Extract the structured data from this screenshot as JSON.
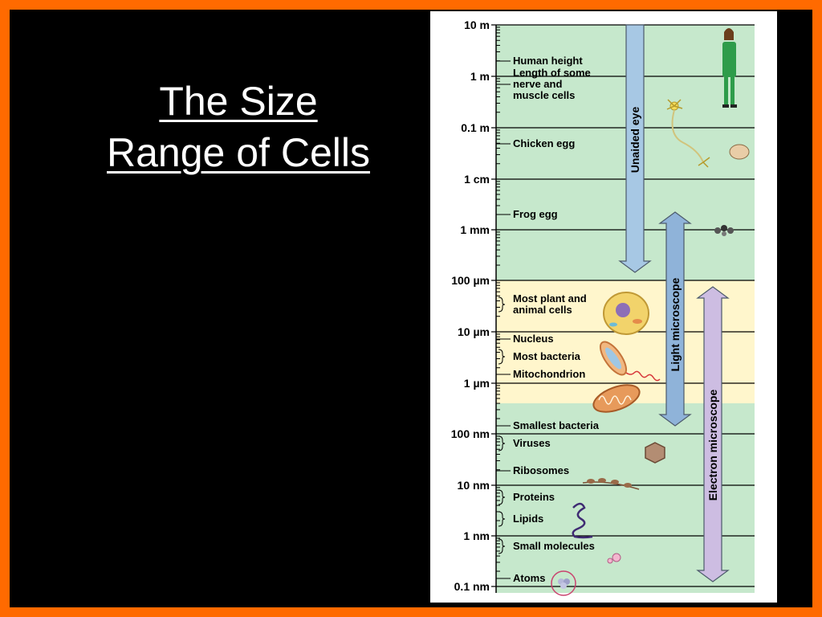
{
  "slide": {
    "title_line1": "The Size",
    "title_line2": "Range of Cells"
  },
  "colors": {
    "frame": "#ff6a00",
    "background": "#000000",
    "band_green": "#c6e8cc",
    "band_yellow": "#fff6cc",
    "unaided_eye_arrow": "#a7c8e4",
    "light_microscope_arrow": "#8fb3d9",
    "electron_microscope_arrow": "#cdbde2"
  },
  "scale": {
    "ticks": [
      "10 m",
      "1 m",
      "0.1 m",
      "1 cm",
      "1 mm",
      "100 µm",
      "10 µm",
      "1 µm",
      "100 nm",
      "10 nm",
      "1 nm",
      "0.1 nm"
    ]
  },
  "items": [
    {
      "name": "Human height",
      "icon": "human-figure-icon"
    },
    {
      "name": "Length of some\nnerve and\nmuscle cells",
      "icon": "nerve-cell-icon"
    },
    {
      "name": "Chicken egg",
      "icon": "chicken-egg-icon"
    },
    {
      "name": "Frog egg",
      "icon": "frog-egg-icon"
    },
    {
      "name": "Most plant and\nanimal cells",
      "icon": "animal-cell-icon"
    },
    {
      "name": "Nucleus",
      "icon": ""
    },
    {
      "name": "Most bacteria",
      "icon": "bacterium-icon"
    },
    {
      "name": "Mitochondrion",
      "icon": "mitochondrion-icon"
    },
    {
      "name": "Smallest bacteria",
      "icon": ""
    },
    {
      "name": "Viruses",
      "icon": "virus-icon"
    },
    {
      "name": "Ribosomes",
      "icon": "ribosome-icon"
    },
    {
      "name": "Proteins",
      "icon": "protein-icon"
    },
    {
      "name": "Lipids",
      "icon": ""
    },
    {
      "name": "Small molecules",
      "icon": "molecule-icon"
    },
    {
      "name": "Atoms",
      "icon": "atom-icon"
    }
  ],
  "ranges": [
    {
      "label": "Unaided eye",
      "from": "10 m",
      "to": "100 µm"
    },
    {
      "label": "Light microscope",
      "from": "1 mm",
      "to": "100 nm"
    },
    {
      "label": "Electron microscope",
      "from": "100 µm",
      "to": "0.1 nm"
    }
  ]
}
